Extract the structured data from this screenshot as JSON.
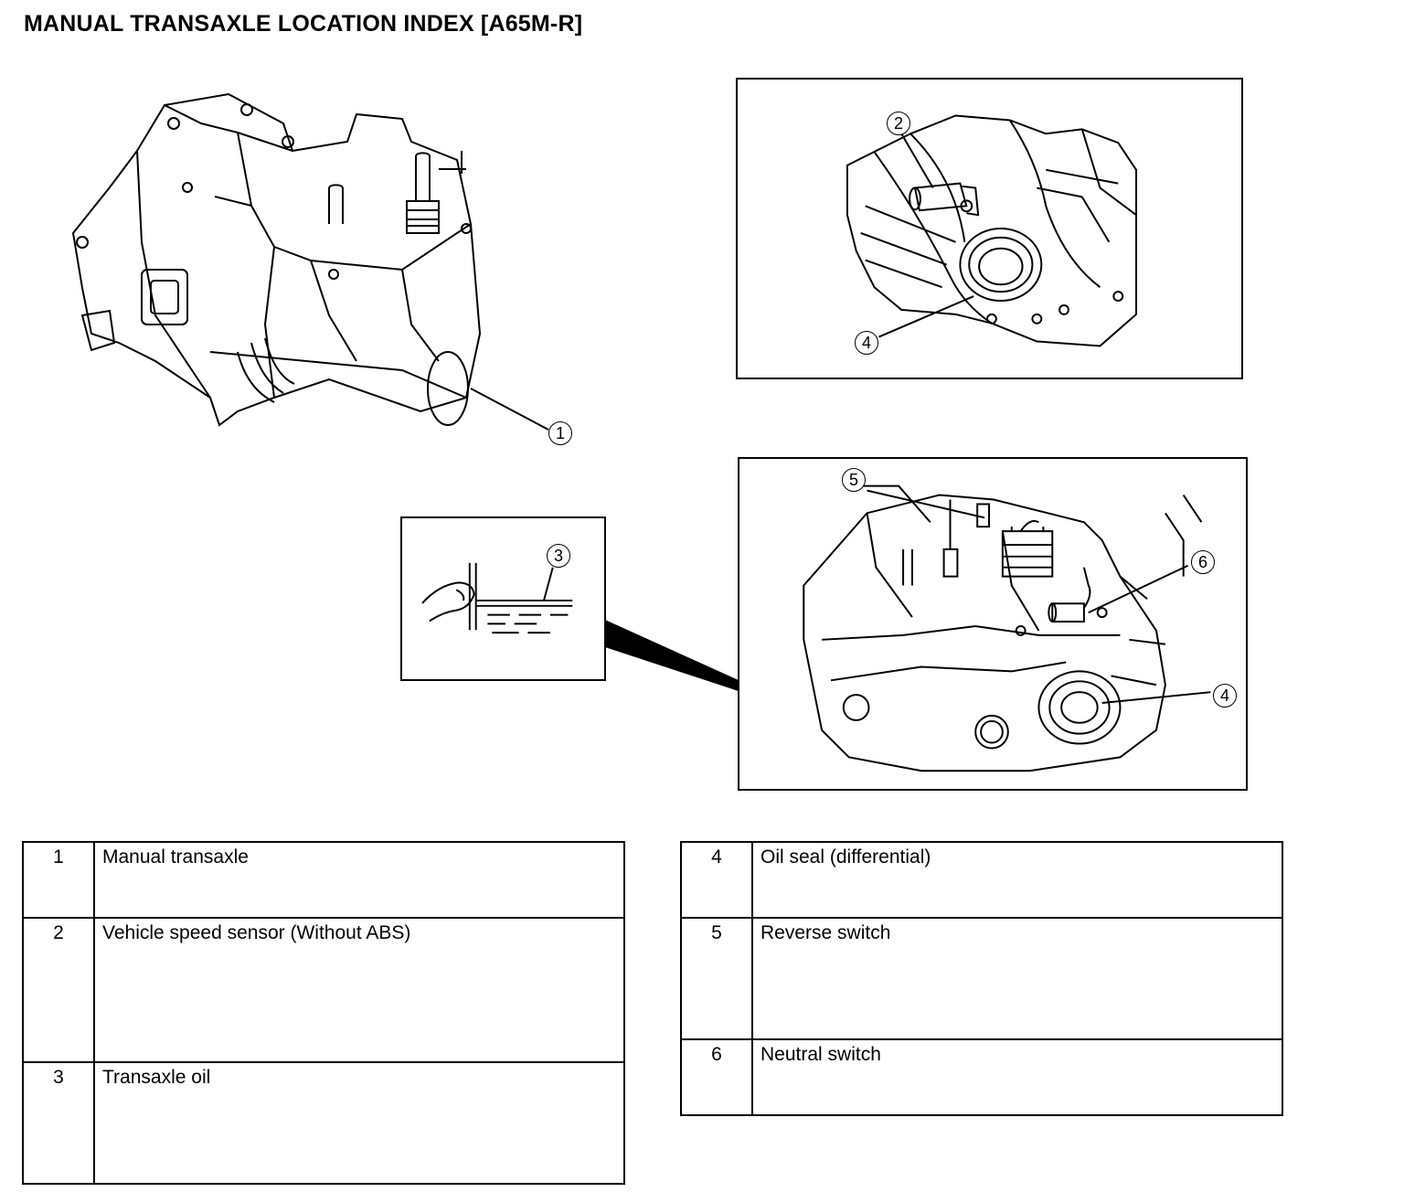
{
  "title": "MANUAL TRANSAXLE LOCATION INDEX [A65M-R]",
  "figures": {
    "main": {
      "callouts": [
        "1"
      ]
    },
    "sensor_detail": {
      "callouts": [
        "2",
        "4"
      ]
    },
    "oil_inset": {
      "callouts": [
        "3"
      ]
    },
    "switch_detail": {
      "callouts": [
        "5",
        "6",
        "4"
      ]
    }
  },
  "legend_left": [
    {
      "num": "1",
      "label": "Manual transaxle"
    },
    {
      "num": "2",
      "label": "Vehicle speed sensor (Without ABS)"
    },
    {
      "num": "3",
      "label": "Transaxle oil"
    }
  ],
  "legend_right": [
    {
      "num": "4",
      "label": "Oil seal (differential)"
    },
    {
      "num": "5",
      "label": "Reverse switch"
    },
    {
      "num": "6",
      "label": "Neutral switch"
    }
  ]
}
